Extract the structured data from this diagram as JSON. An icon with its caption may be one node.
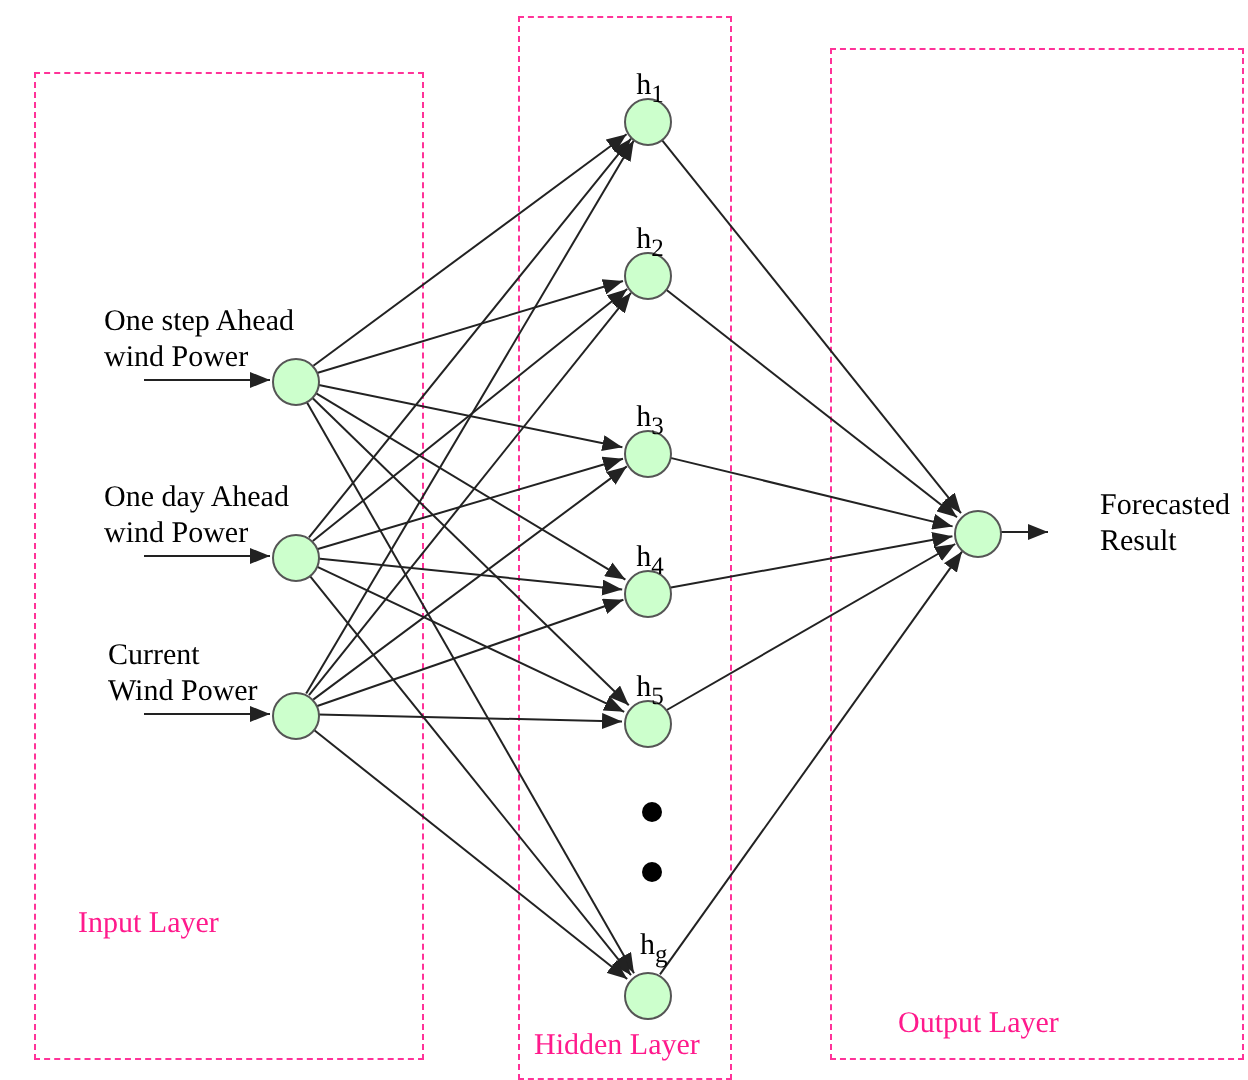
{
  "diagram": {
    "nodes": [
      {
        "text": [
          "Input Layer"
        ]
      },
      {
        "text": [
          "One step Ahead wind Power"
        ],
        "in": 0
      },
      {
        "text": [
          "One day Ahead wind Power"
        ],
        "in": 0
      },
      {
        "text": [
          "Current Wind Power"
        ],
        "in": 0
      },
      {
        "text": [
          "Hidden Layer"
        ]
      },
      {
        "text": [
          "h$_{1}$"
        ],
        "in": 4
      },
      {
        "text": [
          "h$_{2}$"
        ],
        "in": 4
      },
      {
        "text": [
          "h$_{3}$"
        ],
        "in": 4
      },
      {
        "text": [
          "h$_{4}$"
        ],
        "in": 4
      },
      {
        "text": [
          "h$_{5}$"
        ],
        "in": 4
      },
      {
        "text": [],
        "shape": "circle",
        "in": 4
      },
      {
        "text": [],
        "shape": "circle",
        "in": 4
      },
      {
        "text": [
          "h$_{g}$"
        ],
        "in": 4
      },
      {
        "text": [
          "Output Layer"
        ]
      },
      {
        "text": [
          "Forecasted Result"
        ],
        "in": 13
      }
    ],
    "edges": [
      {
        "from": null,
        "to": 1,
        "arrow": "to"
      },
      {
        "from": null,
        "to": 2,
        "arrow": "to"
      },
      {
        "from": null,
        "to": 3,
        "arrow": "to"
      },
      {
        "from": 1,
        "to": 5,
        "arrow": "to"
      },
      {
        "from": 1,
        "to": 6,
        "arrow": "to"
      },
      {
        "from": 1,
        "to": 7,
        "arrow": "to"
      },
      {
        "from": 1,
        "to": 8,
        "arrow": "to"
      },
      {
        "from": 1,
        "to": 9,
        "arrow": "to"
      },
      {
        "from": 1,
        "to": 12,
        "arrow": "to"
      },
      {
        "from": 2,
        "to": 5,
        "arrow": "to"
      },
      {
        "from": 2,
        "to": 6,
        "arrow": "to"
      },
      {
        "from": 2,
        "to": 7,
        "arrow": "to"
      },
      {
        "from": 2,
        "to": 8,
        "arrow": "to"
      },
      {
        "from": 2,
        "to": 9,
        "arrow": "to"
      },
      {
        "from": 2,
        "to": 12,
        "arrow": "to"
      },
      {
        "from": 3,
        "to": 5,
        "arrow": "to"
      },
      {
        "from": 3,
        "to": 6,
        "arrow": "to"
      },
      {
        "from": 3,
        "to": 7,
        "arrow": "to"
      },
      {
        "from": 3,
        "to": 8,
        "arrow": "to"
      },
      {
        "from": 3,
        "to": 9,
        "arrow": "to"
      },
      {
        "from": 3,
        "to": 12,
        "arrow": "to"
      },
      {
        "from": 5,
        "to": 14,
        "arrow": "to"
      },
      {
        "from": 6,
        "to": 14,
        "arrow": "to"
      },
      {
        "from": 7,
        "to": 14,
        "arrow": "to"
      },
      {
        "from": 8,
        "to": 14,
        "arrow": "to"
      },
      {
        "from": 9,
        "to": 14,
        "arrow": "to"
      },
      {
        "from": 12,
        "to": 14,
        "arrow": "to"
      },
      {
        "from": 14,
        "to": null,
        "arrow": "to"
      }
    ]
  }
}
